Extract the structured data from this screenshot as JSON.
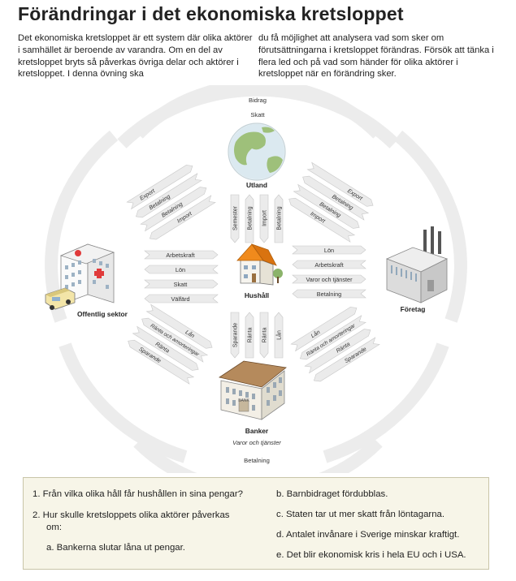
{
  "title": "Förändringar i det ekonomiska kretsloppet",
  "intro": {
    "left": "Det ekonomiska kretsloppet är ett system där olika aktörer i samhället är beroende av varandra. Om en del av kretsloppet bryts så påverkas övriga delar och aktörer i kretsloppet. I denna övning ska",
    "right": "du få möjlighet att analysera vad som sker om förutsättningarna i kretsloppet förändras. Försök att tänka i flera led och på vad som händer för olika aktörer i kretsloppet när en förändring sker."
  },
  "actors": {
    "utland": "Utland",
    "hushall": "Hushåll",
    "offentlig": "Offentlig sektor",
    "foretag": "Företag",
    "banker": "Banker"
  },
  "arrows": {
    "top_outer": [
      "Bidrag",
      "Skatt"
    ],
    "bottom_outer": [
      "Varor och tjänster",
      "Betalning"
    ],
    "off_hush": [
      "Arbetskraft",
      "Lön",
      "Skatt",
      "Välfärd"
    ],
    "fore_hush": [
      "Lön",
      "Arbetskraft",
      "Varor och tjänster",
      "Betalning"
    ],
    "utl_off": [
      "Export",
      "Betalning",
      "Betalning",
      "Import"
    ],
    "utl_fore": [
      "Export",
      "Betalning",
      "Betalning",
      "Import"
    ],
    "utl_hush": [
      "Semester",
      "Betalning",
      "Import",
      "Betalning"
    ],
    "bank_hush": [
      "Sparande",
      "Ränta",
      "Ränta",
      "Lån"
    ],
    "bank_off": [
      "Lån",
      "Ränta och amorteringar",
      "Ränta",
      "Sparande"
    ],
    "bank_fore": [
      "Lån",
      "Ränta och amorteringar",
      "Ränta",
      "Sparande"
    ]
  },
  "building_sign": "BANK",
  "questions": {
    "q1": "1. Från vilka olika håll får hushållen in sina pengar?",
    "q2_line1": "2. Hur skulle kretsloppets olika aktörer påverkas",
    "q2_line2": "om:",
    "a": "a. Bankerna slutar låna ut pengar.",
    "b": "b. Barnbidraget fördubblas.",
    "c": "c. Staten tar ut mer skatt från löntagarna.",
    "d": "d. Antalet invånare i Sverige minskar kraftigt.",
    "e": "e. Det blir ekonomisk kris i hela EU och i USA."
  },
  "colors": {
    "arrow_fill": "#ebebeb",
    "arrow_stroke": "#c4c4c4",
    "roof_orange": "#f08a1c",
    "box_bg": "#f7f5e8",
    "globe_green": "#9ec07a",
    "globe_blue": "#dbe9f0"
  }
}
